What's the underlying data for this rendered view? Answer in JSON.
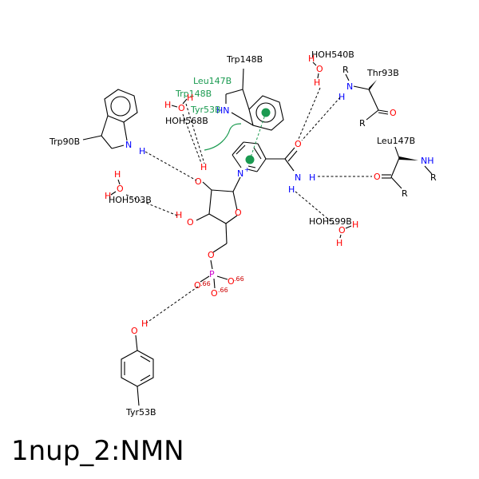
{
  "title": "1nup_2:NMN",
  "residues": {
    "trp148_top": "Trp148B",
    "hoh540": "HOH540B",
    "thr93": "Thr93B",
    "leu147_green": "Leu147B",
    "trp148_green": "Trp148B",
    "tyr53_green": "Tyr53B",
    "hoh568": "HOH568B",
    "trp90": "Trp90B",
    "leu147": "Leu147B",
    "hoh503": "HOH503B",
    "hoh599": "HOH599B",
    "tyr53": "Tyr53B"
  },
  "atoms": {
    "O": "O",
    "N": "N",
    "H": "H",
    "P": "P",
    "R": "R",
    "HN": "HN",
    "NH": "NH",
    "nplus": "N",
    "plus": "+",
    "charge": ".66"
  },
  "colors": {
    "oxygen": "#ff0000",
    "nitrogen": "#0000ff",
    "phosphorus": "#cc00cc",
    "pi_stack": "#1a9a50"
  }
}
